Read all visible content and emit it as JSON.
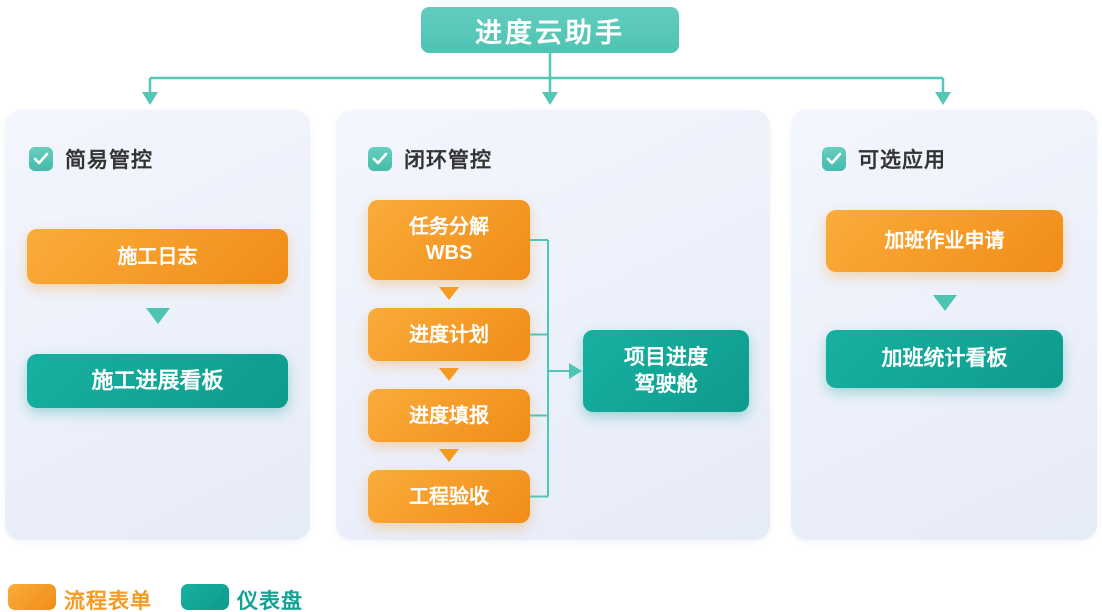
{
  "title": "进度云助手",
  "panels": [
    {
      "header": "简易管控",
      "flow": [
        {
          "label": "施工日志",
          "type": "form"
        },
        {
          "label": "施工进展看板",
          "type": "dashboard"
        }
      ]
    },
    {
      "header": "闭环管控",
      "steps": [
        {
          "label": "任务分解\nWBS",
          "type": "form"
        },
        {
          "label": "进度计划",
          "type": "form"
        },
        {
          "label": "进度填报",
          "type": "form"
        },
        {
          "label": "工程验收",
          "type": "form"
        }
      ],
      "output": {
        "label": "项目进度\n驾驶舱",
        "type": "dashboard"
      }
    },
    {
      "header": "可选应用",
      "flow": [
        {
          "label": "加班作业申请",
          "type": "form"
        },
        {
          "label": "加班统计看板",
          "type": "dashboard"
        }
      ]
    }
  ],
  "legend": {
    "items": [
      {
        "label": "流程表单",
        "color": "#F59B22"
      },
      {
        "label": "仪表盘",
        "color": "#12A394"
      }
    ]
  },
  "colors": {
    "accent_teal": "#56C7B7",
    "dashboard_teal": "#12A394",
    "form_orange": "#F59B22",
    "panel_background": "#ECF0FA",
    "header_text": "#333333"
  }
}
